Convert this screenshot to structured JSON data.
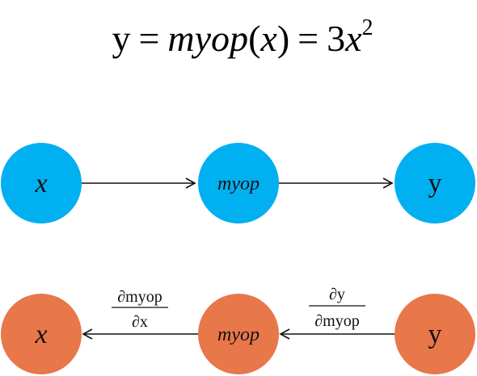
{
  "title": {
    "lhs": "y",
    "eq1": "=",
    "fn": "myop",
    "open_paren": "(",
    "arg": "x",
    "close_paren": ")",
    "eq2": "=",
    "coef": "3",
    "var": "x",
    "exp": "2"
  },
  "forward": {
    "color": "#00b0f0",
    "nodes": [
      {
        "label": "x"
      },
      {
        "label": "myop"
      },
      {
        "label": "y"
      }
    ]
  },
  "backward": {
    "color": "#e8774a",
    "nodes": [
      {
        "label": "x"
      },
      {
        "label": "myop"
      },
      {
        "label": "y"
      }
    ],
    "gradients": [
      {
        "numerator": "∂myop",
        "denominator": "∂x"
      },
      {
        "numerator": "∂y",
        "denominator": "∂myop"
      }
    ]
  }
}
